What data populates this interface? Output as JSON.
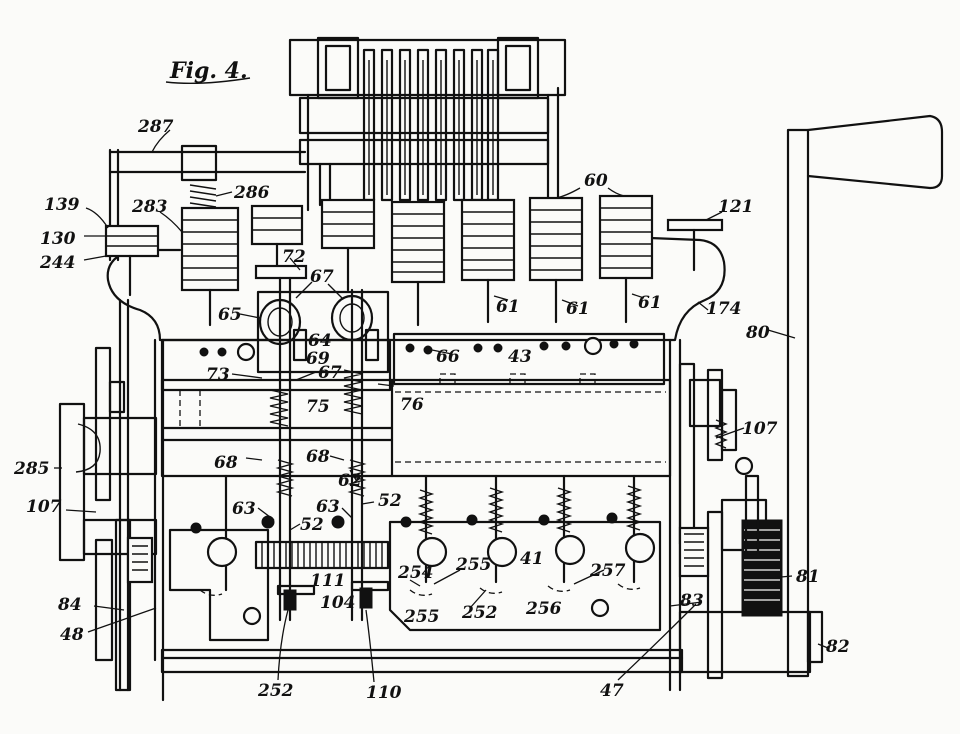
{
  "figure": {
    "title": "Fig. 4."
  },
  "labels": {
    "l287": "287",
    "l139": "139",
    "l130": "130",
    "l244": "244",
    "l283": "283",
    "l286": "286",
    "l60": "60",
    "l121": "121",
    "l72": "72",
    "l67a": "67",
    "l65": "65",
    "l64": "64",
    "l69": "69",
    "l61a": "61",
    "l61b": "61",
    "l61c": "61",
    "l174": "174",
    "l80": "80",
    "l66": "66",
    "l43": "43",
    "l73": "73",
    "l67b": "67",
    "l75": "75",
    "l76": "76",
    "l107a": "107",
    "l107b": "107",
    "l285": "285",
    "l68a": "68",
    "l68b": "68",
    "l62": "62",
    "l63a": "63",
    "l63b": "63",
    "l52a": "52",
    "l52b": "52",
    "l41": "41",
    "l255a": "255",
    "l254": "254",
    "l257": "257",
    "l81": "81",
    "l84": "84",
    "l111": "111",
    "l104": "104",
    "l48": "48",
    "l255b": "255",
    "l252a": "252",
    "l256": "256",
    "l83": "83",
    "l82": "82",
    "l252b": "252",
    "l110": "110",
    "l47": "47"
  }
}
